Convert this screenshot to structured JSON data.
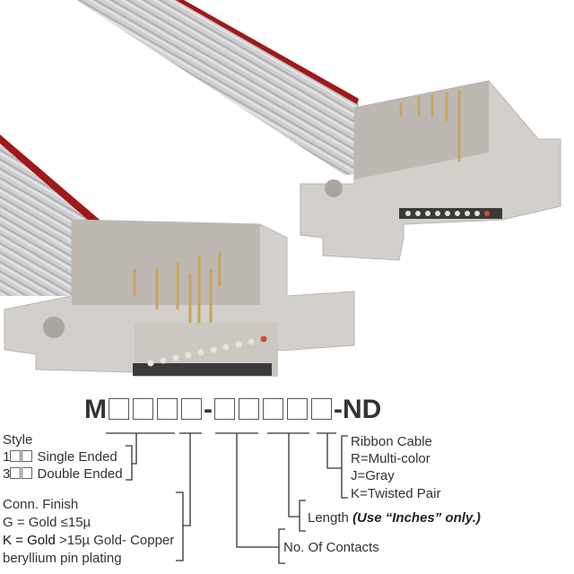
{
  "part_number": {
    "prefix": "M",
    "group1_boxes": 4,
    "separator": "-",
    "group2_boxes": 5,
    "suffix": "-ND"
  },
  "style": {
    "title": "Style",
    "options": [
      {
        "code": "1",
        "label": "Single Ended"
      },
      {
        "code": "3",
        "label": "Double Ended"
      }
    ]
  },
  "finish": {
    "title": "Conn. Finish",
    "line_g": "G = Gold ≤15µ",
    "line_k_bold": "K = Gold",
    "line_k_rest": ">15µ Gold- Copper",
    "line_k2": "beryllium pin plating"
  },
  "contacts": {
    "label": "No. Of Contacts"
  },
  "length": {
    "label": "Length",
    "note": "(Use “Inches” only.)"
  },
  "cable": {
    "title": "Ribbon Cable",
    "options": [
      "R=Multi-color",
      "J=Gray",
      "K=Twisted Pair"
    ]
  },
  "colors": {
    "housing": "#d3cfca",
    "cable": "#c9c9cb",
    "stripe": "#a01818",
    "pin": "#c8a45a",
    "line": "#333333"
  }
}
